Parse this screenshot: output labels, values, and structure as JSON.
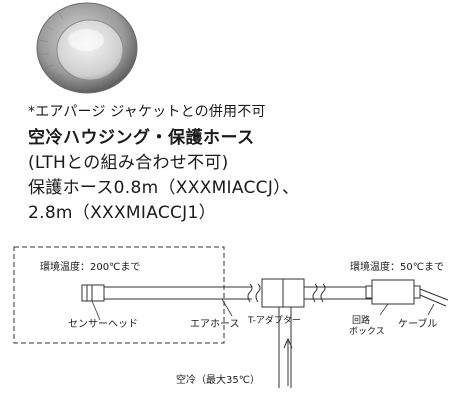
{
  "product": {
    "note": "*エアパージ ジャケットとの併用不可",
    "title": "空冷ハウジング・保護ホース",
    "line_lth": "(LTHとの組み合わせ不可)",
    "line_hose1": "保護ホース0.8m（XXXMIACCJ）、",
    "line_hose2": "2.8m（XXXMIACCJ1）"
  },
  "diagram": {
    "ambient_left": "環境温度：200℃まで",
    "ambient_right": "環境温度：50℃まで",
    "sensor_head": "センサーヘッド",
    "air_hose": "エアホース",
    "t_adapter": "T-アダプター",
    "circuit_box_1": "回路",
    "circuit_box_2": "ボックス",
    "cable": "ケーブル",
    "air_cooling": "空冷（最大35℃）"
  }
}
